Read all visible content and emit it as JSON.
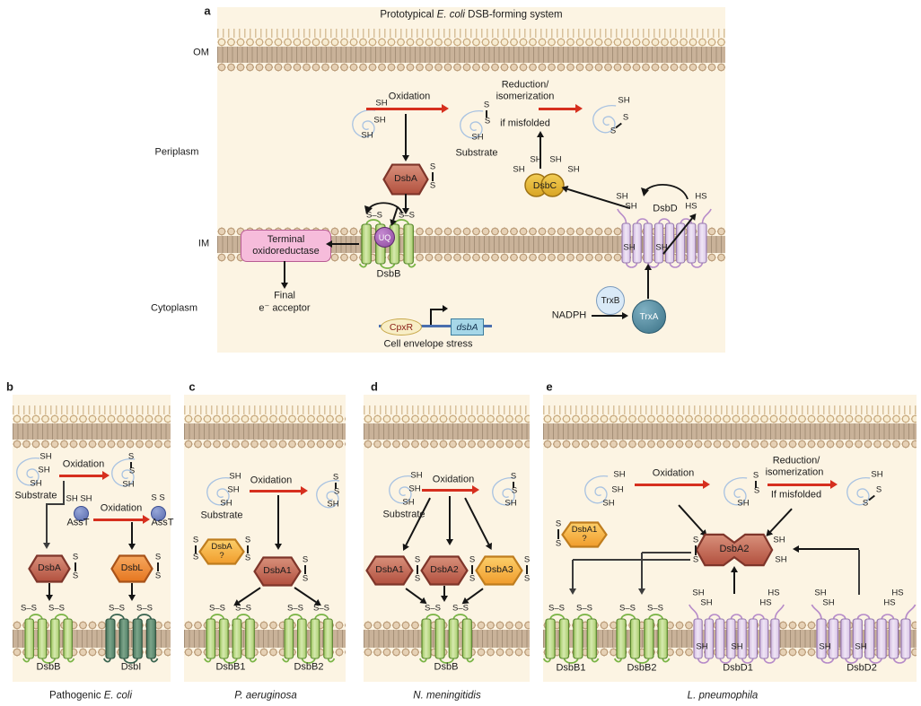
{
  "labels": {
    "s": "S",
    "sh": "SH",
    "hs": "HS",
    "ss": "S–S",
    "s_s": "S S",
    "sh_sh": "SH SH",
    "oxidation": "Oxidation",
    "substrate": "Substrate",
    "reduction": "Reduction/",
    "isomerization": "isomerization",
    "if_misfolded_lc": "if misfolded",
    "if_misfolded_uc": "If misfolded",
    "question": "?"
  },
  "panel_a": {
    "letter": "a",
    "title_pre": "Prototypical ",
    "title_species": "E. coli",
    "title_post": " DSB-forming system",
    "compartments": {
      "om": "OM",
      "periplasm": "Periplasm",
      "im": "IM",
      "cytoplasm": "Cytoplasm"
    },
    "dsba": "DsbA",
    "dsbb": "DsbB",
    "dsbc": "DsbC",
    "dsbd": "DsbD",
    "uq": "UQ",
    "terminal_line1": "Terminal",
    "terminal_line2": "oxidoreductase",
    "final_line1": "Final",
    "final_line2": "e⁻ acceptor",
    "nadph": "NADPH",
    "trxb": "TrxB",
    "trxa": "TrxA",
    "cpxr": "CpxR",
    "dsba_gene": "dsbA",
    "stress": "Cell envelope stress"
  },
  "panel_b": {
    "letter": "b",
    "asst": "AssT",
    "dsba": "DsbA",
    "dsbl": "DsbL",
    "dsbb": "DsbB",
    "dsbi": "DsbI",
    "caption_pre": "Pathogenic ",
    "caption_species": "E. coli"
  },
  "panel_c": {
    "letter": "c",
    "dsba": "DsbA",
    "dsba1": "DsbA1",
    "dsbb1": "DsbB1",
    "dsbb2": "DsbB2",
    "caption": "P. aeruginosa"
  },
  "panel_d": {
    "letter": "d",
    "dsba1": "DsbA1",
    "dsba2": "DsbA2",
    "dsba3": "DsbA3",
    "dsbb": "DsbB",
    "caption": "N. meningitidis"
  },
  "panel_e": {
    "letter": "e",
    "dsba1": "DsbA1",
    "dsba2": "DsbA2",
    "dsbb1": "DsbB1",
    "dsbb2": "DsbB2",
    "dsbd1": "DsbD1",
    "dsbd2": "DsbD2",
    "caption": "L. pneumophila"
  },
  "colors": {
    "arrow_red": "#d62f1e",
    "hexagon_red": "#c0584a",
    "hexagon_orange": "#ee8434",
    "hexagon_yellow": "#f6b03a",
    "dsbc_gold": "#e8bc3f",
    "terminal_oxidoreductase_pink": "#f6bcdb",
    "uq_purple": "#9a56ab",
    "trxa_teal": "#47809a",
    "trxb_blue": "#d9e9f7",
    "asst_blue": "#6c7cba",
    "helix_green": "#a8cc6e",
    "helix_dark_green": "#5a8570",
    "helix_purple": "#dcc8e8",
    "membrane_tan": "#c9b299",
    "panel_bg": "#fcf4e3",
    "gene_line_blue": "#4a6fae",
    "substrate_blue": "#a9c3e2"
  }
}
